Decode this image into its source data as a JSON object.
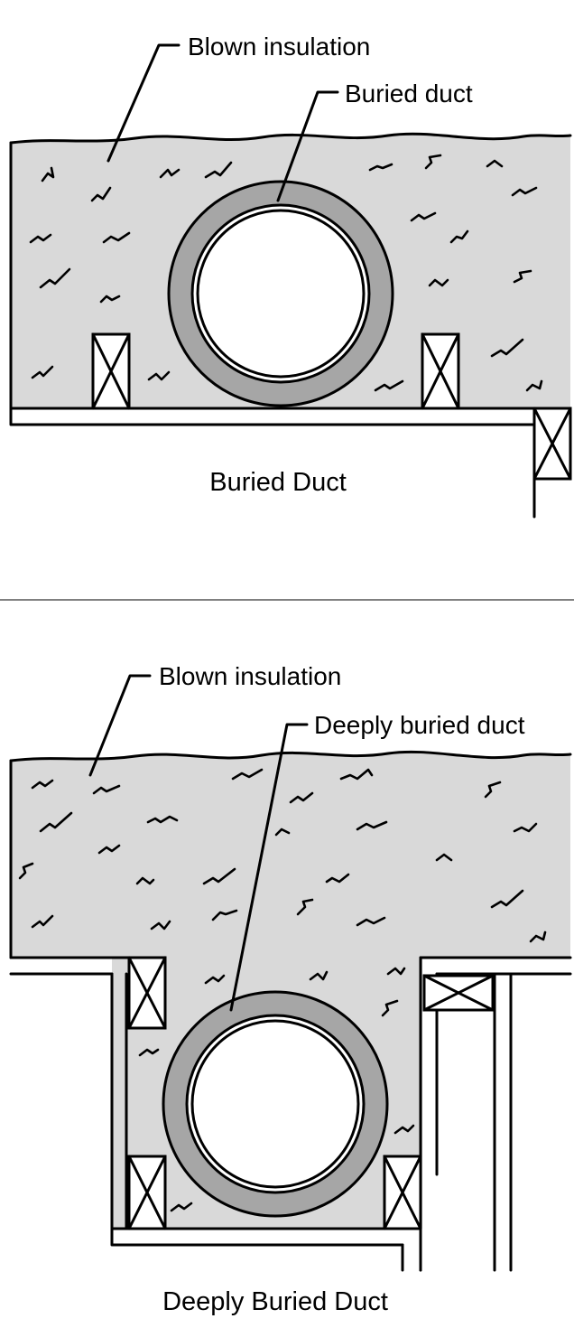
{
  "top_panel": {
    "label_insulation": "Blown insulation",
    "label_duct": "Buried duct",
    "caption": "Buried Duct"
  },
  "bottom_panel": {
    "label_insulation": "Blown insulation",
    "label_duct": "Deeply buried duct",
    "caption": "Deeply Buried Duct"
  },
  "colors": {
    "insulation": "#d9d9d9",
    "duct_jacket": "#a6a6a6",
    "line": "#000000"
  }
}
